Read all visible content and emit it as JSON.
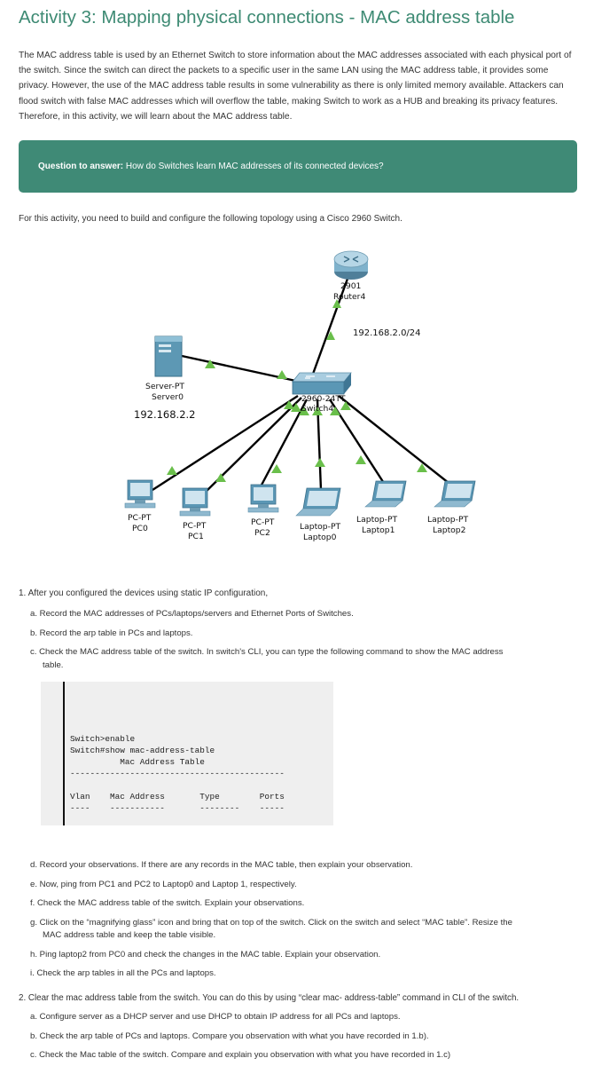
{
  "title": "Activity 3: Mapping physical connections - MAC address table",
  "intro": "The MAC address table is used by an Ethernet Switch to store information about the MAC addresses associated with each physical port of the switch. Since the switch can direct the packets to a specific user in the same LAN using the MAC address table, it provides some privacy. However, the use of the MAC address table results in some vulnerability as there is only limited memory available. Attackers can flood switch with false MAC addresses which will overflow the table, making Switch to work as a HUB and breaking its privacy features. Therefore, in this activity, we will learn about the MAC address table.",
  "question": {
    "label": "Question to answer:",
    "text": " How do Switches learn MAC addresses of its connected devices?"
  },
  "build_text": "For this activity, you need to build and configure the following topology using a Cisco 2960 Switch.",
  "topology": {
    "router": {
      "model": "2901",
      "name": "Router4"
    },
    "network": "192.168.2.0/24",
    "switch": {
      "model": "2960-24TT",
      "name": "Switch4"
    },
    "server": {
      "type": "Server-PT",
      "name": "Server0",
      "ip": "192.168.2.2"
    },
    "pcs": [
      {
        "type": "PC-PT",
        "name": "PC0"
      },
      {
        "type": "PC-PT",
        "name": "PC1"
      },
      {
        "type": "PC-PT",
        "name": "PC2"
      }
    ],
    "laptops": [
      {
        "type": "Laptop-PT",
        "name": "Laptop0"
      },
      {
        "type": "Laptop-PT",
        "name": "Laptop1"
      },
      {
        "type": "Laptop-PT",
        "name": "Laptop2"
      }
    ],
    "colors": {
      "link_up": "#6abf4b",
      "device": "#5b9bb7"
    }
  },
  "step1": {
    "text": "1. After you configured the devices using static IP configuration,",
    "a": "a. Record the MAC addresses of PCs/laptops/servers and Ethernet Ports of Switches.",
    "b": "b. Record the arp table in PCs and laptops.",
    "c1": "c. Check the MAC address table of the switch. In switch's CLI, you can type the following command to show the MAC address",
    "c2": "table.",
    "code": "Switch>enable\nSwitch#show mac-address-table\n          Mac Address Table\n-------------------------------------------\n\nVlan    Mac Address       Type        Ports\n----    -----------       --------    -----",
    "d": "d. Record your observations. If there are any records in the MAC table, then explain your observation.",
    "e": "e. Now, ping from PC1 and PC2 to Laptop0 and Laptop 1, respectively.",
    "f": "f. Check the MAC address table of the switch. Explain your observations.",
    "g1": "g. Click on the “magnifying glass” icon and bring that on top of the switch. Click on the switch and select “MAC table”. Resize the",
    "g2": "MAC address table and keep the table visible.",
    "h": "h. Ping laptop2 from PC0 and check the changes in the MAC table. Explain your observation.",
    "i": "i. Check the arp tables in all the PCs and laptops."
  },
  "step2": {
    "text": "2. Clear the mac address table from the switch. You can do this by using “clear mac- address-table” command in CLI of the switch.",
    "a": "a. Configure server as a DHCP server and use DHCP to obtain IP address for all PCs and laptops.",
    "b": "b. Check the arp table of PCs and laptops. Compare you observation with what you have recorded in 1.b).",
    "c": "c. Check the Mac table of the switch. Compare and explain you observation with what you have recorded in 1.c)"
  }
}
